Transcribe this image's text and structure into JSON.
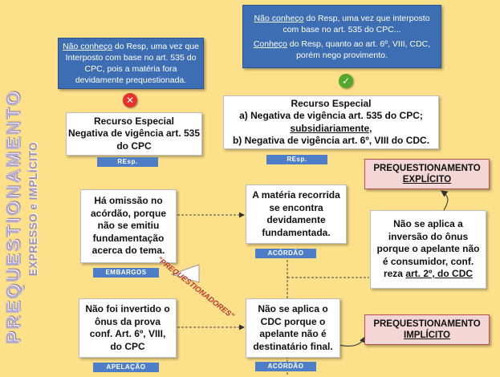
{
  "title": "PREQUESTIONAMENTO",
  "subtitle": "EXPRESSO e IMPLÍCITO",
  "top_left_note": {
    "part1": "Não conheço",
    "part2": " do Resp, uma vez que Interposto com base no art. 535 do CPC, pois a matéria fora devidamente prequestionada."
  },
  "top_right_note": {
    "line1_a": "Não conheço",
    "line1_b": " do Resp, uma vez que interposto com base no art. 535 do CPC...",
    "line2_a": "Conheço",
    "line2_b": " do Resp, quanto ao art. 6º, VIII, CDC, porém nego provimento."
  },
  "icons": {
    "reject": "x-icon",
    "accept": "check-icon"
  },
  "recurso_left": {
    "line1": "Recurso Especial",
    "line2": "Negativa de vigência art. 535 do CPC",
    "tag": "REsp."
  },
  "recurso_right": {
    "line1": "Recurso Especial",
    "line2": "a) Negativa de vigência art. 535 do CPC;",
    "line3": "subsidiariamente,",
    "line4": "b) Negativa de vigência art. 6º, VIII do CDC.",
    "tag": "REsp."
  },
  "omissao": {
    "text": "Há omissão no acórdão, porque não se emitiu fundamentação acerca do tema.",
    "tag": "EMBARGOS"
  },
  "materia": {
    "text": "A matéria recorrida se encontra devidamente fundamentada.",
    "tag": "ACÓRDÃO"
  },
  "apelacao": {
    "text": "Não foi invertido o ônus da prova conf. Art. 6º, VIII, do CPC",
    "tag": "APELAÇÃO"
  },
  "acordao2": {
    "text": "Não se aplica o CDC porque o apelante não é destinatário final.",
    "tag": "ACÓRDÃO"
  },
  "explicito": {
    "line1": "PREQUESTIONAMENTO",
    "line2": "EXPLÍCITO"
  },
  "implicito": {
    "line1": "PREQUESTIONAMENTO",
    "line2": "IMPLÍCITO"
  },
  "right_note": {
    "text": "Não se aplica a inversão do ônus porque o apelante não é consumidor, conf. reza ",
    "ref": "art. 2º, do CDC"
  },
  "stamp": "\"PREQUESTIONADORES\"",
  "colors": {
    "background": "#fce08a",
    "blue": "#3d6eb4",
    "tag": "#4e7ec8",
    "pink": "#f4d6d6",
    "red": "#e8312a",
    "green": "#55a82e"
  }
}
